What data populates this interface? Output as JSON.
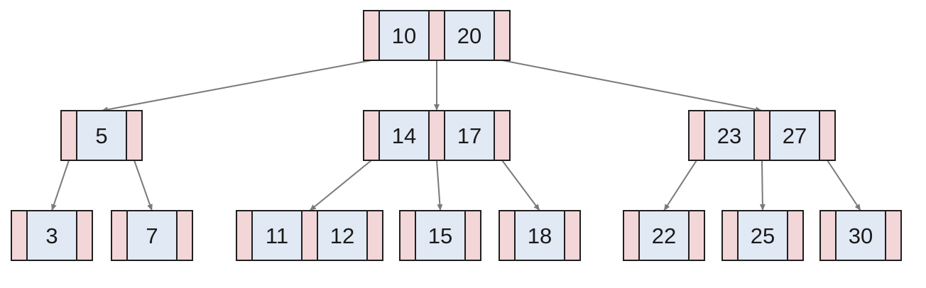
{
  "tree": {
    "nodes": [
      {
        "id": "root",
        "keys": [
          "10",
          "20"
        ]
      },
      {
        "id": "n-5",
        "keys": [
          "5"
        ]
      },
      {
        "id": "n-14-17",
        "keys": [
          "14",
          "17"
        ]
      },
      {
        "id": "n-23-27",
        "keys": [
          "23",
          "27"
        ]
      },
      {
        "id": "leaf-3",
        "keys": [
          "3"
        ]
      },
      {
        "id": "leaf-7",
        "keys": [
          "7"
        ]
      },
      {
        "id": "leaf-11-12",
        "keys": [
          "11",
          "12"
        ]
      },
      {
        "id": "leaf-15",
        "keys": [
          "15"
        ]
      },
      {
        "id": "leaf-18",
        "keys": [
          "18"
        ]
      },
      {
        "id": "leaf-22",
        "keys": [
          "22"
        ]
      },
      {
        "id": "leaf-25",
        "keys": [
          "25"
        ]
      },
      {
        "id": "leaf-30",
        "keys": [
          "30"
        ]
      }
    ],
    "edges": [
      {
        "from": "root",
        "ptr": 0,
        "to": "n-5"
      },
      {
        "from": "root",
        "ptr": 1,
        "to": "n-14-17"
      },
      {
        "from": "root",
        "ptr": 2,
        "to": "n-23-27"
      },
      {
        "from": "n-5",
        "ptr": 0,
        "to": "leaf-3"
      },
      {
        "from": "n-5",
        "ptr": 1,
        "to": "leaf-7"
      },
      {
        "from": "n-14-17",
        "ptr": 0,
        "to": "leaf-11-12"
      },
      {
        "from": "n-14-17",
        "ptr": 1,
        "to": "leaf-15"
      },
      {
        "from": "n-14-17",
        "ptr": 2,
        "to": "leaf-18"
      },
      {
        "from": "n-23-27",
        "ptr": 0,
        "to": "leaf-22"
      },
      {
        "from": "n-23-27",
        "ptr": 1,
        "to": "leaf-25"
      },
      {
        "from": "n-23-27",
        "ptr": 2,
        "to": "leaf-30"
      }
    ],
    "colors": {
      "pointer_cell": "#f3d6d8",
      "key_cell": "#e1e9f4",
      "border": "#1f1f1f",
      "edge": "#7a7a7a"
    }
  }
}
